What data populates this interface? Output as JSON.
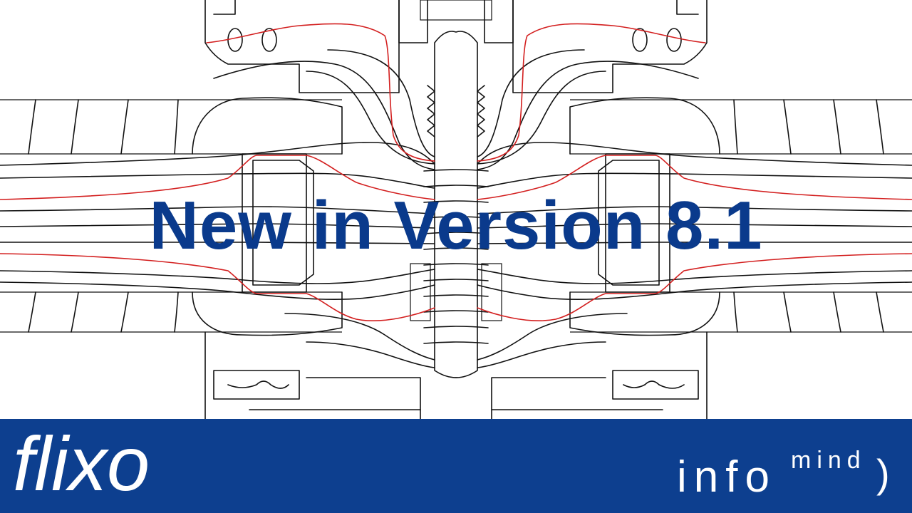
{
  "headline": {
    "text": "New in Version 8.1",
    "color": "#0a3a8c"
  },
  "footer": {
    "background": "#0d3f8f",
    "brand_left": "flixo",
    "brand_right_main": "info",
    "brand_right_superscript": "mind",
    "brand_right_bracket": ")"
  },
  "drawing": {
    "isotherm_color": "#d31f1f",
    "line_color": "#111111",
    "description_icon": "thermal-bridge-cross-section"
  }
}
